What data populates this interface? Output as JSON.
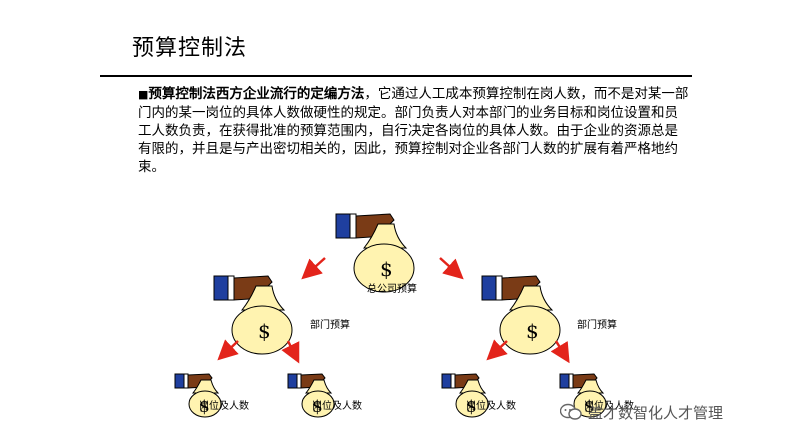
{
  "slide": {
    "title": "预算控制法",
    "bullet": "■",
    "para_bold": "预算控制法西方企业流行的定编方法",
    "para_rest": "，它通过人工成本预算控制在岗人数，而不是对某一部门内的某一岗位的具体人数做硬性的规定。部门负责人对本部门的业务目标和岗位设置和员工人数负责，在获得批准的预算范围内，自行决定各岗位的具体人数。由于企业的资源总是有限的，并且是与产出密切相关的，因此，预算控制对企业各部门人数的扩展有着严格地约束。"
  },
  "diagram": {
    "currency_symbol": "$",
    "top_label": "总公司预算",
    "dept_label_left": "部门预算",
    "dept_label_right": "部门预算",
    "leaf_labels": [
      "岗位及人数",
      "岗位及人数",
      "岗位及人数",
      "岗位及人数"
    ],
    "colors": {
      "arrow": "#e3241b",
      "sleeve": "#1f3f9f",
      "bag": "#fff3b0",
      "hand": "#7a3b16"
    }
  },
  "watermark": {
    "text": "盖才数智化人才管理",
    "icon": "wechat-icon"
  }
}
